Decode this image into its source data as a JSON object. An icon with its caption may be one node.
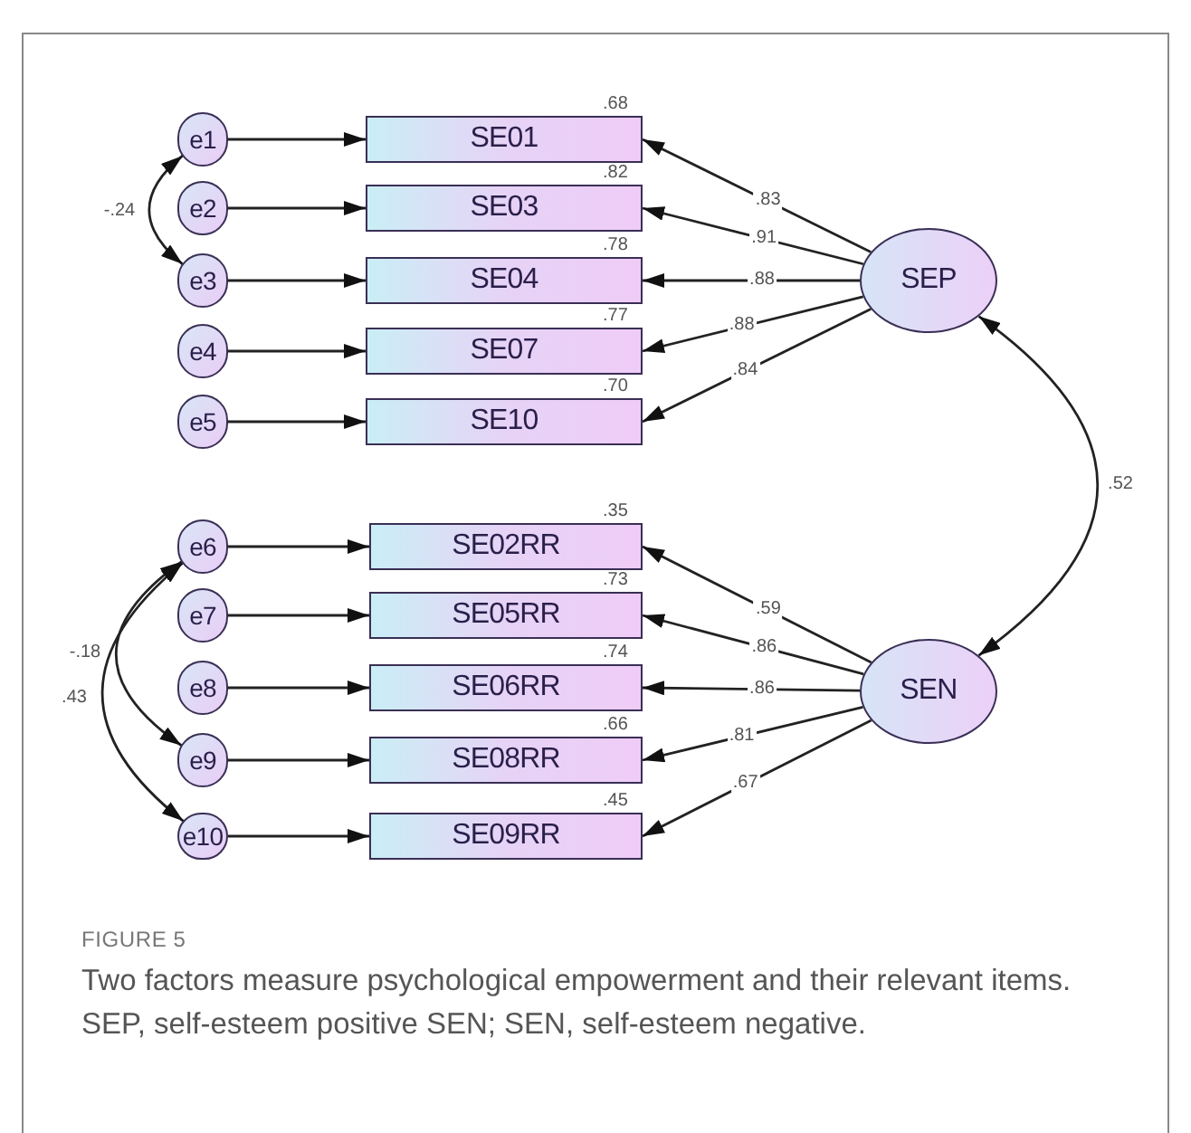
{
  "diagram": {
    "caption": "Two factors measure psychological empowerment and their relevant items. SEP, self-esteem positive SEN; SEN, self-esteem negative.",
    "nodes": [
      {
        "text": [
          "e1"
        ]
      },
      {
        "text": [
          "e2"
        ]
      },
      {
        "text": [
          "e3"
        ]
      },
      {
        "text": [
          "e4"
        ]
      },
      {
        "text": [
          "e5"
        ]
      },
      {
        "text": [
          "SE01"
        ],
        "beside": [
          ".68"
        ]
      },
      {
        "text": [
          "SE03"
        ],
        "beside": [
          ".82"
        ]
      },
      {
        "text": [
          "SE04"
        ],
        "beside": [
          ".78"
        ]
      },
      {
        "text": [
          "SE07"
        ],
        "beside": [
          ".77"
        ]
      },
      {
        "text": [
          "SE10"
        ],
        "beside": [
          ".70"
        ]
      },
      {
        "text": [
          "SEP"
        ]
      },
      {
        "text": [
          "e6"
        ]
      },
      {
        "text": [
          "e7"
        ]
      },
      {
        "text": [
          "e8"
        ]
      },
      {
        "text": [
          "e9"
        ]
      },
      {
        "text": [
          "e10"
        ]
      },
      {
        "text": [
          "SE02RR"
        ],
        "beside": [
          ".35"
        ]
      },
      {
        "text": [
          "SE05RR"
        ],
        "beside": [
          ".73"
        ]
      },
      {
        "text": [
          "SE06RR"
        ],
        "beside": [
          ".74"
        ]
      },
      {
        "text": [
          "SE08RR"
        ],
        "beside": [
          ".66"
        ]
      },
      {
        "text": [
          "SE09RR"
        ],
        "beside": [
          ".45"
        ]
      },
      {
        "text": [
          "SEN"
        ]
      }
    ],
    "edges": [
      {
        "from": 0,
        "to": 5,
        "arrow": "to"
      },
      {
        "from": 1,
        "to": 6,
        "arrow": "to"
      },
      {
        "from": 2,
        "to": 7,
        "arrow": "to"
      },
      {
        "from": 3,
        "to": 8,
        "arrow": "to"
      },
      {
        "from": 4,
        "to": 9,
        "arrow": "to"
      },
      {
        "from": 10,
        "to": 5,
        "arrow": "to",
        "label": ".83"
      },
      {
        "from": 10,
        "to": 6,
        "arrow": "to",
        "label": ".91"
      },
      {
        "from": 10,
        "to": 7,
        "arrow": "to",
        "label": ".88"
      },
      {
        "from": 10,
        "to": 8,
        "arrow": "to",
        "label": ".88"
      },
      {
        "from": 10,
        "to": 9,
        "arrow": "to",
        "label": ".84"
      },
      {
        "from": 0,
        "to": 2,
        "arrow": "both",
        "label": "-.24"
      },
      {
        "from": 11,
        "to": 16,
        "arrow": "to"
      },
      {
        "from": 12,
        "to": 17,
        "arrow": "to"
      },
      {
        "from": 13,
        "to": 18,
        "arrow": "to"
      },
      {
        "from": 14,
        "to": 19,
        "arrow": "to"
      },
      {
        "from": 15,
        "to": 20,
        "arrow": "to"
      },
      {
        "from": 21,
        "to": 16,
        "arrow": "to",
        "label": ".59"
      },
      {
        "from": 21,
        "to": 17,
        "arrow": "to",
        "label": ".86"
      },
      {
        "from": 21,
        "to": 18,
        "arrow": "to",
        "label": ".86"
      },
      {
        "from": 21,
        "to": 19,
        "arrow": "to",
        "label": ".81"
      },
      {
        "from": 21,
        "to": 20,
        "arrow": "to",
        "label": ".67"
      },
      {
        "from": 11,
        "to": 14,
        "arrow": "both",
        "label": "-.18"
      },
      {
        "from": 11,
        "to": 15,
        "arrow": "both",
        "label": ".43"
      },
      {
        "from": 10,
        "to": 21,
        "arrow": "both",
        "label": ".52"
      }
    ],
    "labels": [
      "FIGURE 5"
    ]
  }
}
